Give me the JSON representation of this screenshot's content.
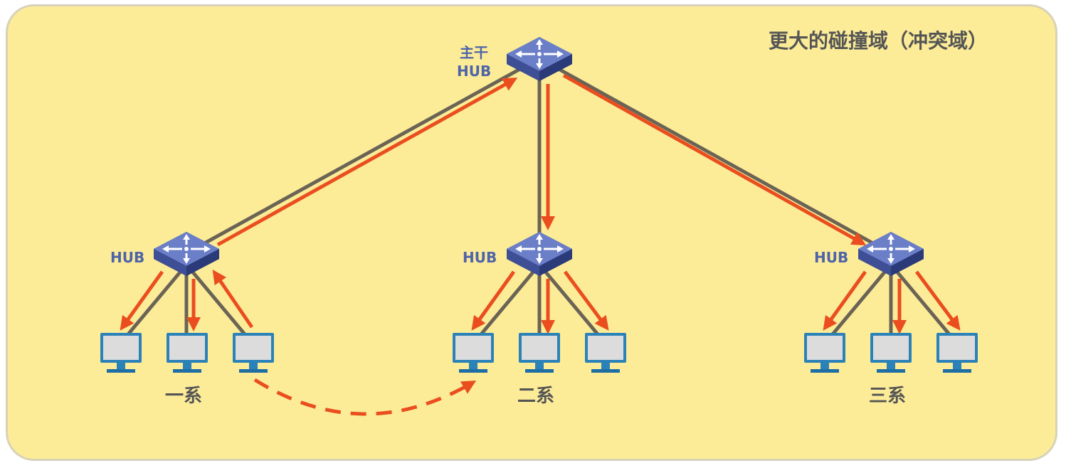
{
  "title": "更大的碰撞域（冲突域）",
  "core_hub": {
    "label_top": "主干",
    "label_bottom": "HUB"
  },
  "hubs": [
    {
      "label": "HUB",
      "department": "一系"
    },
    {
      "label": "HUB",
      "department": "二系"
    },
    {
      "label": "HUB",
      "department": "三系"
    }
  ],
  "colors": {
    "background": "#fcec98",
    "cable": "#6b6455",
    "signal_arrow": "#ea4e1f",
    "hub_body": "#5265b2",
    "monitor_screen": "#dcdcdc",
    "monitor_frame": "#2b82b8",
    "label_blue": "#4e64a8",
    "label_gray": "#555555"
  }
}
